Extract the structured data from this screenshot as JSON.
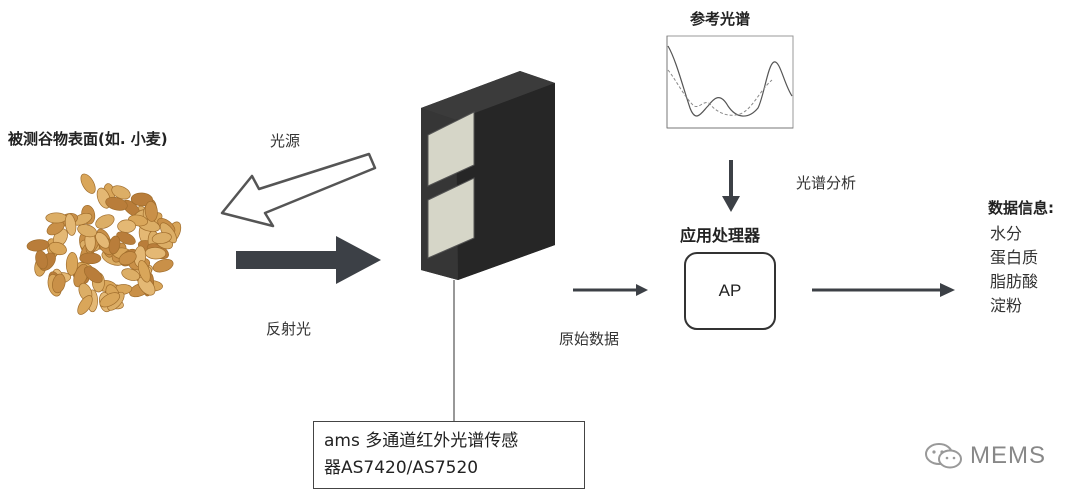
{
  "labels": {
    "grain_title": "被测谷物表面(如. 小麦)",
    "light_source": "光源",
    "reflected_light": "反射光",
    "reference_spectrum": "参考光谱",
    "spectral_analysis": "光谱分析",
    "app_processor": "应用处理器",
    "ap": "AP",
    "raw_data": "原始数据",
    "sensor_line1": "ams 多通道红外光谱传感",
    "sensor_line2": "器AS7420/AS7520"
  },
  "data_info": {
    "title": "数据信息:",
    "items": [
      "水分",
      "蛋白质",
      "脂肪酸",
      "淀粉"
    ]
  },
  "watermark": "MEMS",
  "icons": {
    "grain": "wheat-grains-image",
    "sensor": "sensor-device-icon",
    "spectrum": "spectrum-plot-image",
    "watermark": "wechat-icon"
  },
  "colors": {
    "arrow_dark": "#3c4046",
    "arrow_outline": "#555555",
    "device_body": "#2b2b2b",
    "device_window": "#d8d8cc",
    "grain": "#d9a65a"
  }
}
